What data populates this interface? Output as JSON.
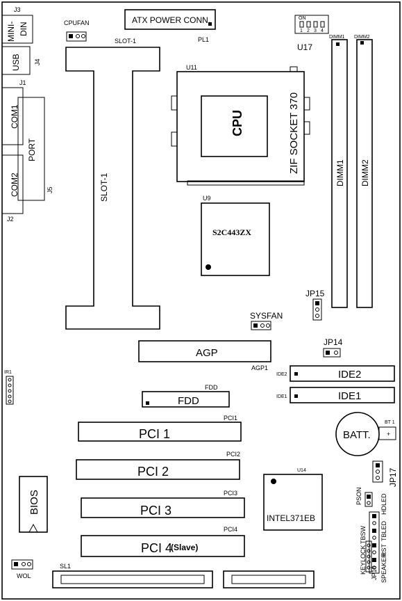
{
  "board": {
    "j3": "J3",
    "mini_din_1": "MINI-",
    "mini_din_2": "DIN",
    "cpufan": "CPUFAN",
    "atx_power": "ATX POWER CONN.",
    "pl1": "PL1",
    "slot1_top": "SLOT-1",
    "slot1_vertical": "SLOT-1",
    "usb": "USB",
    "j4": "J4",
    "j1": "J1",
    "com1": "COM1",
    "port": "PORT",
    "com2": "COM2",
    "j5": "J5",
    "j2": "J2",
    "u11": "U11",
    "cpu": "CPU",
    "zif_socket": "ZIF SOCKET 370",
    "dip_on": "ON",
    "dip_nums": [
      "1",
      "2",
      "3",
      "4"
    ],
    "u17": "U17",
    "dimm1_top": "DIMM1",
    "dimm2_top": "DIMM2",
    "dimm1": "DIMM1",
    "dimm2": "DIMM2",
    "u9": "U9",
    "s2c": "S2C443ZX",
    "jp15": "JP15",
    "sysfan": "SYSFAN",
    "jp14": "JP14",
    "agp": "AGP",
    "agp1": "AGP1",
    "ide2_small": "IDE2",
    "ide2": "IDE2",
    "ide1_small": "IDE1",
    "ide1": "IDE1",
    "ir1": "IR1",
    "fdd_small": "FDD",
    "fdd": "FDD",
    "pci1_small": "PCI1",
    "pci1": "PCI 1",
    "pci2_small": "PCI2",
    "pci2": "PCI 2",
    "pci3_small": "PCI3",
    "pci3": "PCI 3",
    "pci4_small": "PCI4",
    "pci4": "PCI 4",
    "pci4_slave": "(Slave)",
    "batt": "BATT.",
    "bt1": "BT 1",
    "jp17": "JP17",
    "u14": "U14",
    "intel": "INTEL371EB",
    "bios": "BIOS",
    "pson": "PSON",
    "hdled": "HDLED",
    "tbled": "TBLED",
    "rst": "RST",
    "speaker": "SPEAKER",
    "jp16": "JP16",
    "keylock": "KEYLOCK",
    "tbsw": "TBSW",
    "wol": "WOL",
    "sl1": "SL1"
  }
}
